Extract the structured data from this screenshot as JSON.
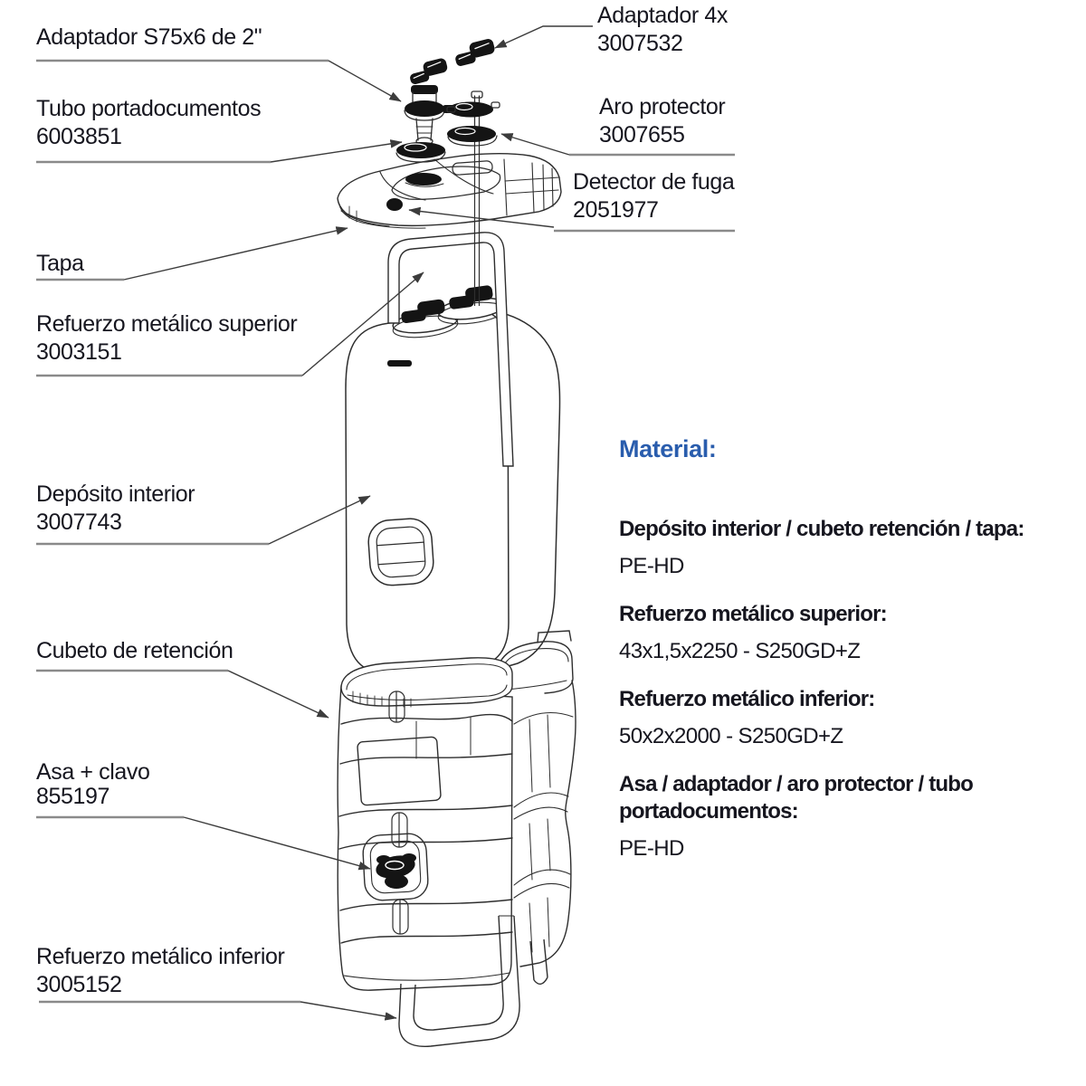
{
  "callouts": {
    "adaptador_s75": {
      "line1": "Adaptador S75x6 de 2\""
    },
    "tubo": {
      "line1": "Tubo portadocumentos",
      "line2": "6003851"
    },
    "tapa": {
      "line1": "Tapa"
    },
    "refuerzo_superior": {
      "line1": "Refuerzo metálico superior",
      "line2": "3003151"
    },
    "deposito": {
      "line1": "Depósito interior",
      "line2": "3007743"
    },
    "cubeto": {
      "line1": "Cubeto de retención"
    },
    "asa": {
      "line1": "Asa + clavo",
      "line2": "855197"
    },
    "refuerzo_inferior": {
      "line1": "Refuerzo metálico inferior",
      "line2": "3005152"
    },
    "adaptador_4x": {
      "line1": "Adaptador 4x",
      "line2": "3007532"
    },
    "aro": {
      "line1": "Aro protector",
      "line2": "3007655"
    },
    "detector": {
      "line1": "Detector de fuga",
      "line2": "2051977"
    }
  },
  "material": {
    "title": "Material:",
    "items": [
      {
        "name": "Depósito interior / cubeto retención / tapa:",
        "value": "PE-HD"
      },
      {
        "name": "Refuerzo metálico superior:",
        "value": "43x1,5x2250 - S250GD+Z"
      },
      {
        "name": "Refuerzo metálico inferior:",
        "value": "50x2x2000 - S250GD+Z"
      },
      {
        "name": "Asa / adaptador / aro protector / tubo portadocumentos:",
        "value": "PE-HD"
      }
    ]
  },
  "colors": {
    "label_text": "#16161f",
    "material_heading_blue": "#2a5dad",
    "underline_gray": "#8a8a8a",
    "leader_line": "#3c3c3c",
    "drawing_stroke": "#2e2e2e",
    "part_fill_dark": "#141414"
  }
}
